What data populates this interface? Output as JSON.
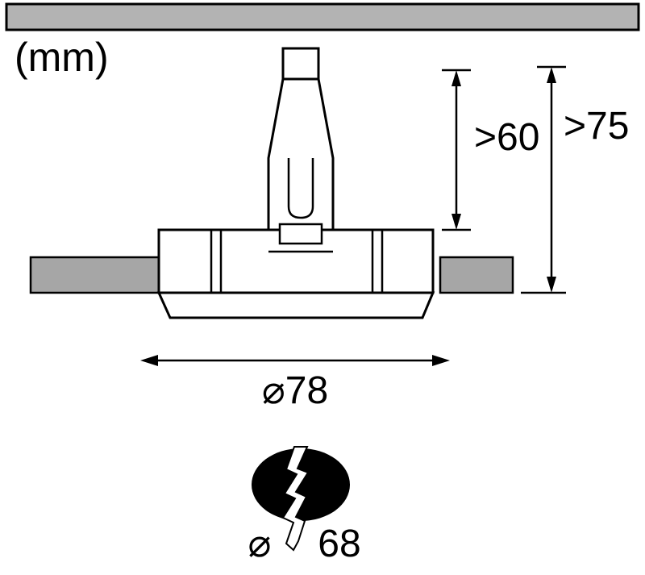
{
  "unit_label": "(mm)",
  "dimensions": {
    "recess_depth": ">60",
    "total_depth": ">75",
    "outer_diameter": "⌀78",
    "cutout": {
      "symbol": "⌀",
      "value": "68"
    }
  },
  "colors": {
    "ceiling_fill": "#b3b3b3",
    "cross_section_fill": "#a6a6a6",
    "cutout_fill": "#000000",
    "line": "#000000",
    "background": "#ffffff"
  }
}
